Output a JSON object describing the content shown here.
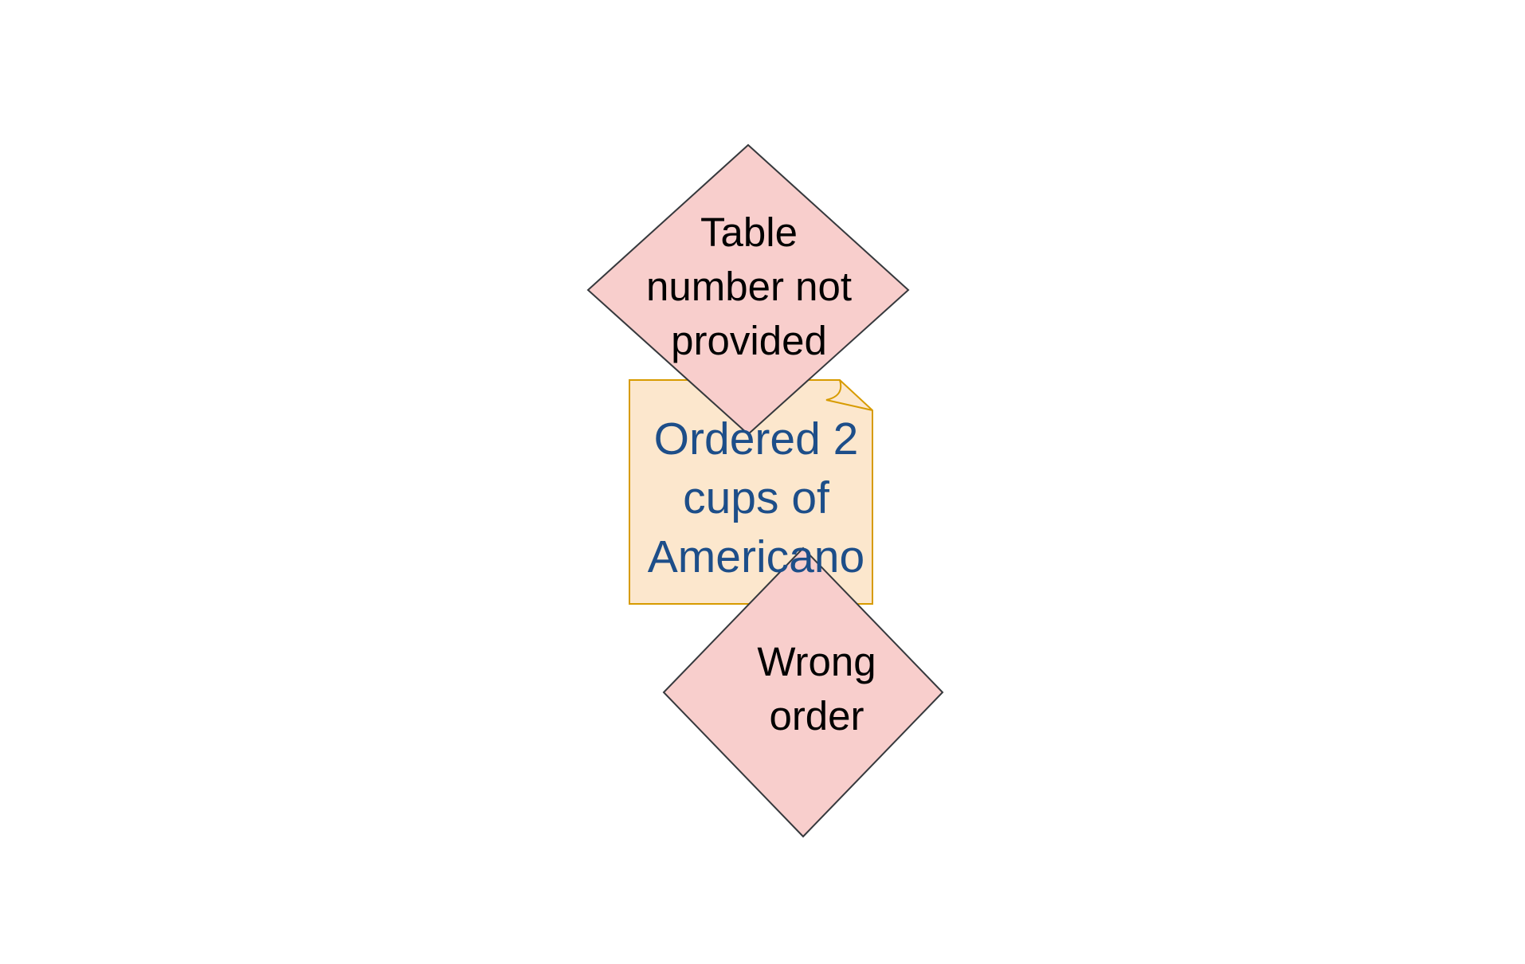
{
  "diagram": {
    "issue_table": {
      "label": "Table\nnumber not\nprovided",
      "fill": "#f8cecc",
      "stroke": "#36393d"
    },
    "note": {
      "label": "Ordered 2\ncups of\nAmericano",
      "fill": "#fce7cd",
      "stroke": "#d79b00",
      "text_color": "#1d4e89"
    },
    "issue_order": {
      "label": "Wrong\norder",
      "fill": "#f8cecc",
      "stroke": "#36393d"
    }
  }
}
